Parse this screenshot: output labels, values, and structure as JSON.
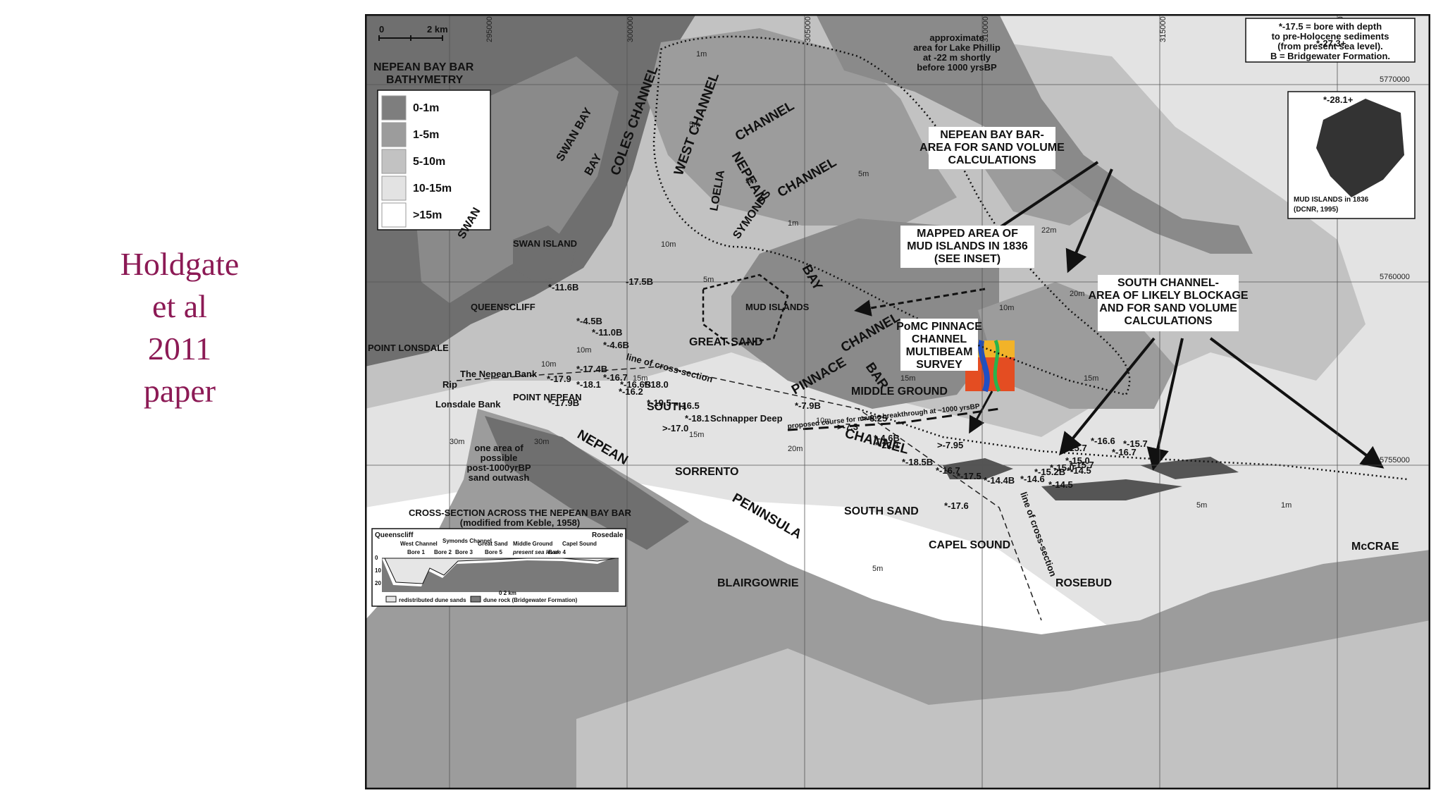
{
  "caption": {
    "lines": [
      "Holdgate",
      "et al",
      "2011",
      "paper"
    ]
  },
  "map": {
    "scale": {
      "zero": "0",
      "label": "2 km"
    },
    "legend": {
      "title_line1": "NEPEAN BAY BAR",
      "title_line2": "BATHYMETRY",
      "items": [
        {
          "label": "0-1m",
          "color": "#7e7e7e"
        },
        {
          "label": "1-5m",
          "color": "#9c9c9c"
        },
        {
          "label": "5-10m",
          "color": "#c2c2c2"
        },
        {
          "label": "10-15m",
          "color": "#e3e3e3"
        },
        {
          "label": ">15m",
          "color": "#ffffff"
        }
      ]
    },
    "key_box": [
      "*-17.5 = bore with depth",
      "to pre-Holocene sediments",
      "(from present sea level).",
      "B = Bridgewater Formation."
    ],
    "grid_x": [
      "295000",
      "300000",
      "305000",
      "310000",
      "315000",
      "320000"
    ],
    "grid_y": [
      "5770000",
      "5760000",
      "5755000"
    ],
    "inset": {
      "caption_line1": "MUD ISLANDS in 1836",
      "caption_line2": "(DCNR, 1995)"
    },
    "lake_note": [
      "approximate",
      "area for Lake Phillip",
      "at -22 m shortly",
      "before 1000 yrsBP"
    ],
    "callouts": {
      "nepean_bar": [
        "NEPEAN BAY BAR-",
        "AREA FOR SAND VOLUME",
        "CALCULATIONS"
      ],
      "mud_islands": [
        "MAPPED AREA OF",
        "MUD ISLANDS IN 1836",
        "(SEE INSET)"
      ],
      "south_channel": [
        "SOUTH CHANNEL-",
        "AREA OF LIKELY BLOCKAGE",
        "AND FOR SAND VOLUME",
        "CALCULATIONS"
      ],
      "pomc": [
        "PoMC PINNACE",
        "CHANNEL",
        "MULTIBEAM",
        "SURVEY"
      ]
    },
    "place_labels": {
      "swan_bay": "SWAN BAY",
      "swan": "SWAN",
      "bay": "BAY",
      "swan_island": "SWAN ISLAND",
      "queenscliff": "QUEENSCLIFF",
      "point_lonsdale": "POINT LONSDALE",
      "the_nepean_bank": "The Nepean Bank",
      "rip": "Rip",
      "lonsdale_bank": "Lonsdale Bank",
      "point_nepean": "POINT NEPEAN",
      "nepean": "NEPEAN",
      "peninsula": "PENINSULA",
      "sorrento": "SORRENTO",
      "blairgowrie": "BLAIRGOWRIE",
      "rosebud": "ROSEBUD",
      "mccrae": "McCRAE",
      "capel_sound": "CAPEL SOUND",
      "south_sand": "SOUTH SAND",
      "coles_channel": "COLES CHANNEL",
      "west_channel": "WEST CHANNEL",
      "nepean_channel_a": "NEPEAN",
      "nepean_channel_b": "CHANNEL",
      "loelia": "LOELIA",
      "symonds": "SYMONDS",
      "channel_a": "CHANNEL",
      "bay_b": "BAY",
      "mud_islands": "MUD ISLANDS",
      "great_sand": "GREAT SAND",
      "pinnace": "PINNACE",
      "channel_b": "CHANNEL",
      "bar": "BAR",
      "middle_ground": "MIDDLE GROUND",
      "south": "SOUTH",
      "channel_c": "CHANNEL",
      "schnapper_deep": "Schnapper Deep",
      "breakthrough": "proposed course for marine breakthrough at ~1000 yrsBP",
      "line_xs_a": "line of cross-section",
      "line_xs_b": "line of cross-section",
      "outwash": [
        "one area of",
        "possible",
        "post-1000yrBP",
        "sand outwash"
      ]
    },
    "bores": [
      "*-27.3+",
      "*-28.1+",
      "*-11.6B",
      "-17.5B",
      "*-4.5B",
      "*-11.0B",
      "*-4.6B",
      "*-17.4B",
      "*-17.9",
      "*-18.1",
      "*-16.7",
      "*-16.6B",
      "*-18.0",
      "*-16.2",
      "*-17.9B",
      "*-19.5",
      "*-16.5",
      "*-18.1",
      ">-17.0",
      "*-7.9B",
      ">-7.3",
      ">-6.25",
      "*-4.6B",
      "*-22.1",
      ">-7.95",
      "*-18.5B",
      "*-16.7",
      "*-17.5",
      "*-14.4B",
      "*-14.6",
      "*-15.2B",
      "*-15.0",
      "*-14.5",
      "*-14.5",
      "*-15.0",
      "*-15.7",
      "*-15.7",
      "*-16.6",
      "*-15.7",
      "*-16.7",
      "*-17.6"
    ],
    "contours": [
      "1m",
      "5m",
      "10m",
      "15m",
      "20m",
      "30m",
      "22m"
    ],
    "cross_section": {
      "title_line1": "CROSS-SECTION ACROSS THE NEPEAN BAY BAR",
      "title_line2": "(modified from Keble, 1958)",
      "left_end": "Queenscliff",
      "right_end": "Rosedale",
      "columns": [
        "West Channel",
        "Symonds Channel",
        "Great Sand",
        "Middle Ground",
        "Capel Sound"
      ],
      "bores": [
        "Bore 1",
        "Bore 2",
        "Bore 3",
        "Bore 5",
        "Bore 4"
      ],
      "sea_level": "present sea level",
      "depths": [
        "0",
        "10",
        "20"
      ],
      "scale": "0   2 km",
      "legend": [
        {
          "label": "redistributed dune sands",
          "color": "#e6e6e6"
        },
        {
          "label": "dune rock (Bridgewater Formation)",
          "color": "#7a7a7a"
        }
      ]
    }
  }
}
